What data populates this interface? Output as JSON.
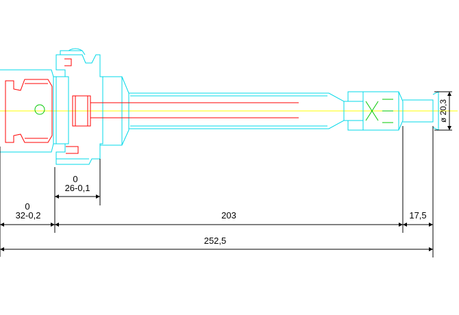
{
  "colors": {
    "background": "#ffffff",
    "outline": "#00d8e8",
    "detail": "#ff0000",
    "centerline": "#ffff00",
    "accent": "#00c800",
    "dimension": "#000000"
  },
  "dimensions": {
    "flange": {
      "upper": "0",
      "lower": "26-0,1"
    },
    "shank": {
      "upper": "0",
      "lower": "32-0,2"
    },
    "body_length": "203",
    "end_length": "17,5",
    "overall_length": "252,5",
    "diameter": "ø 20,3"
  }
}
